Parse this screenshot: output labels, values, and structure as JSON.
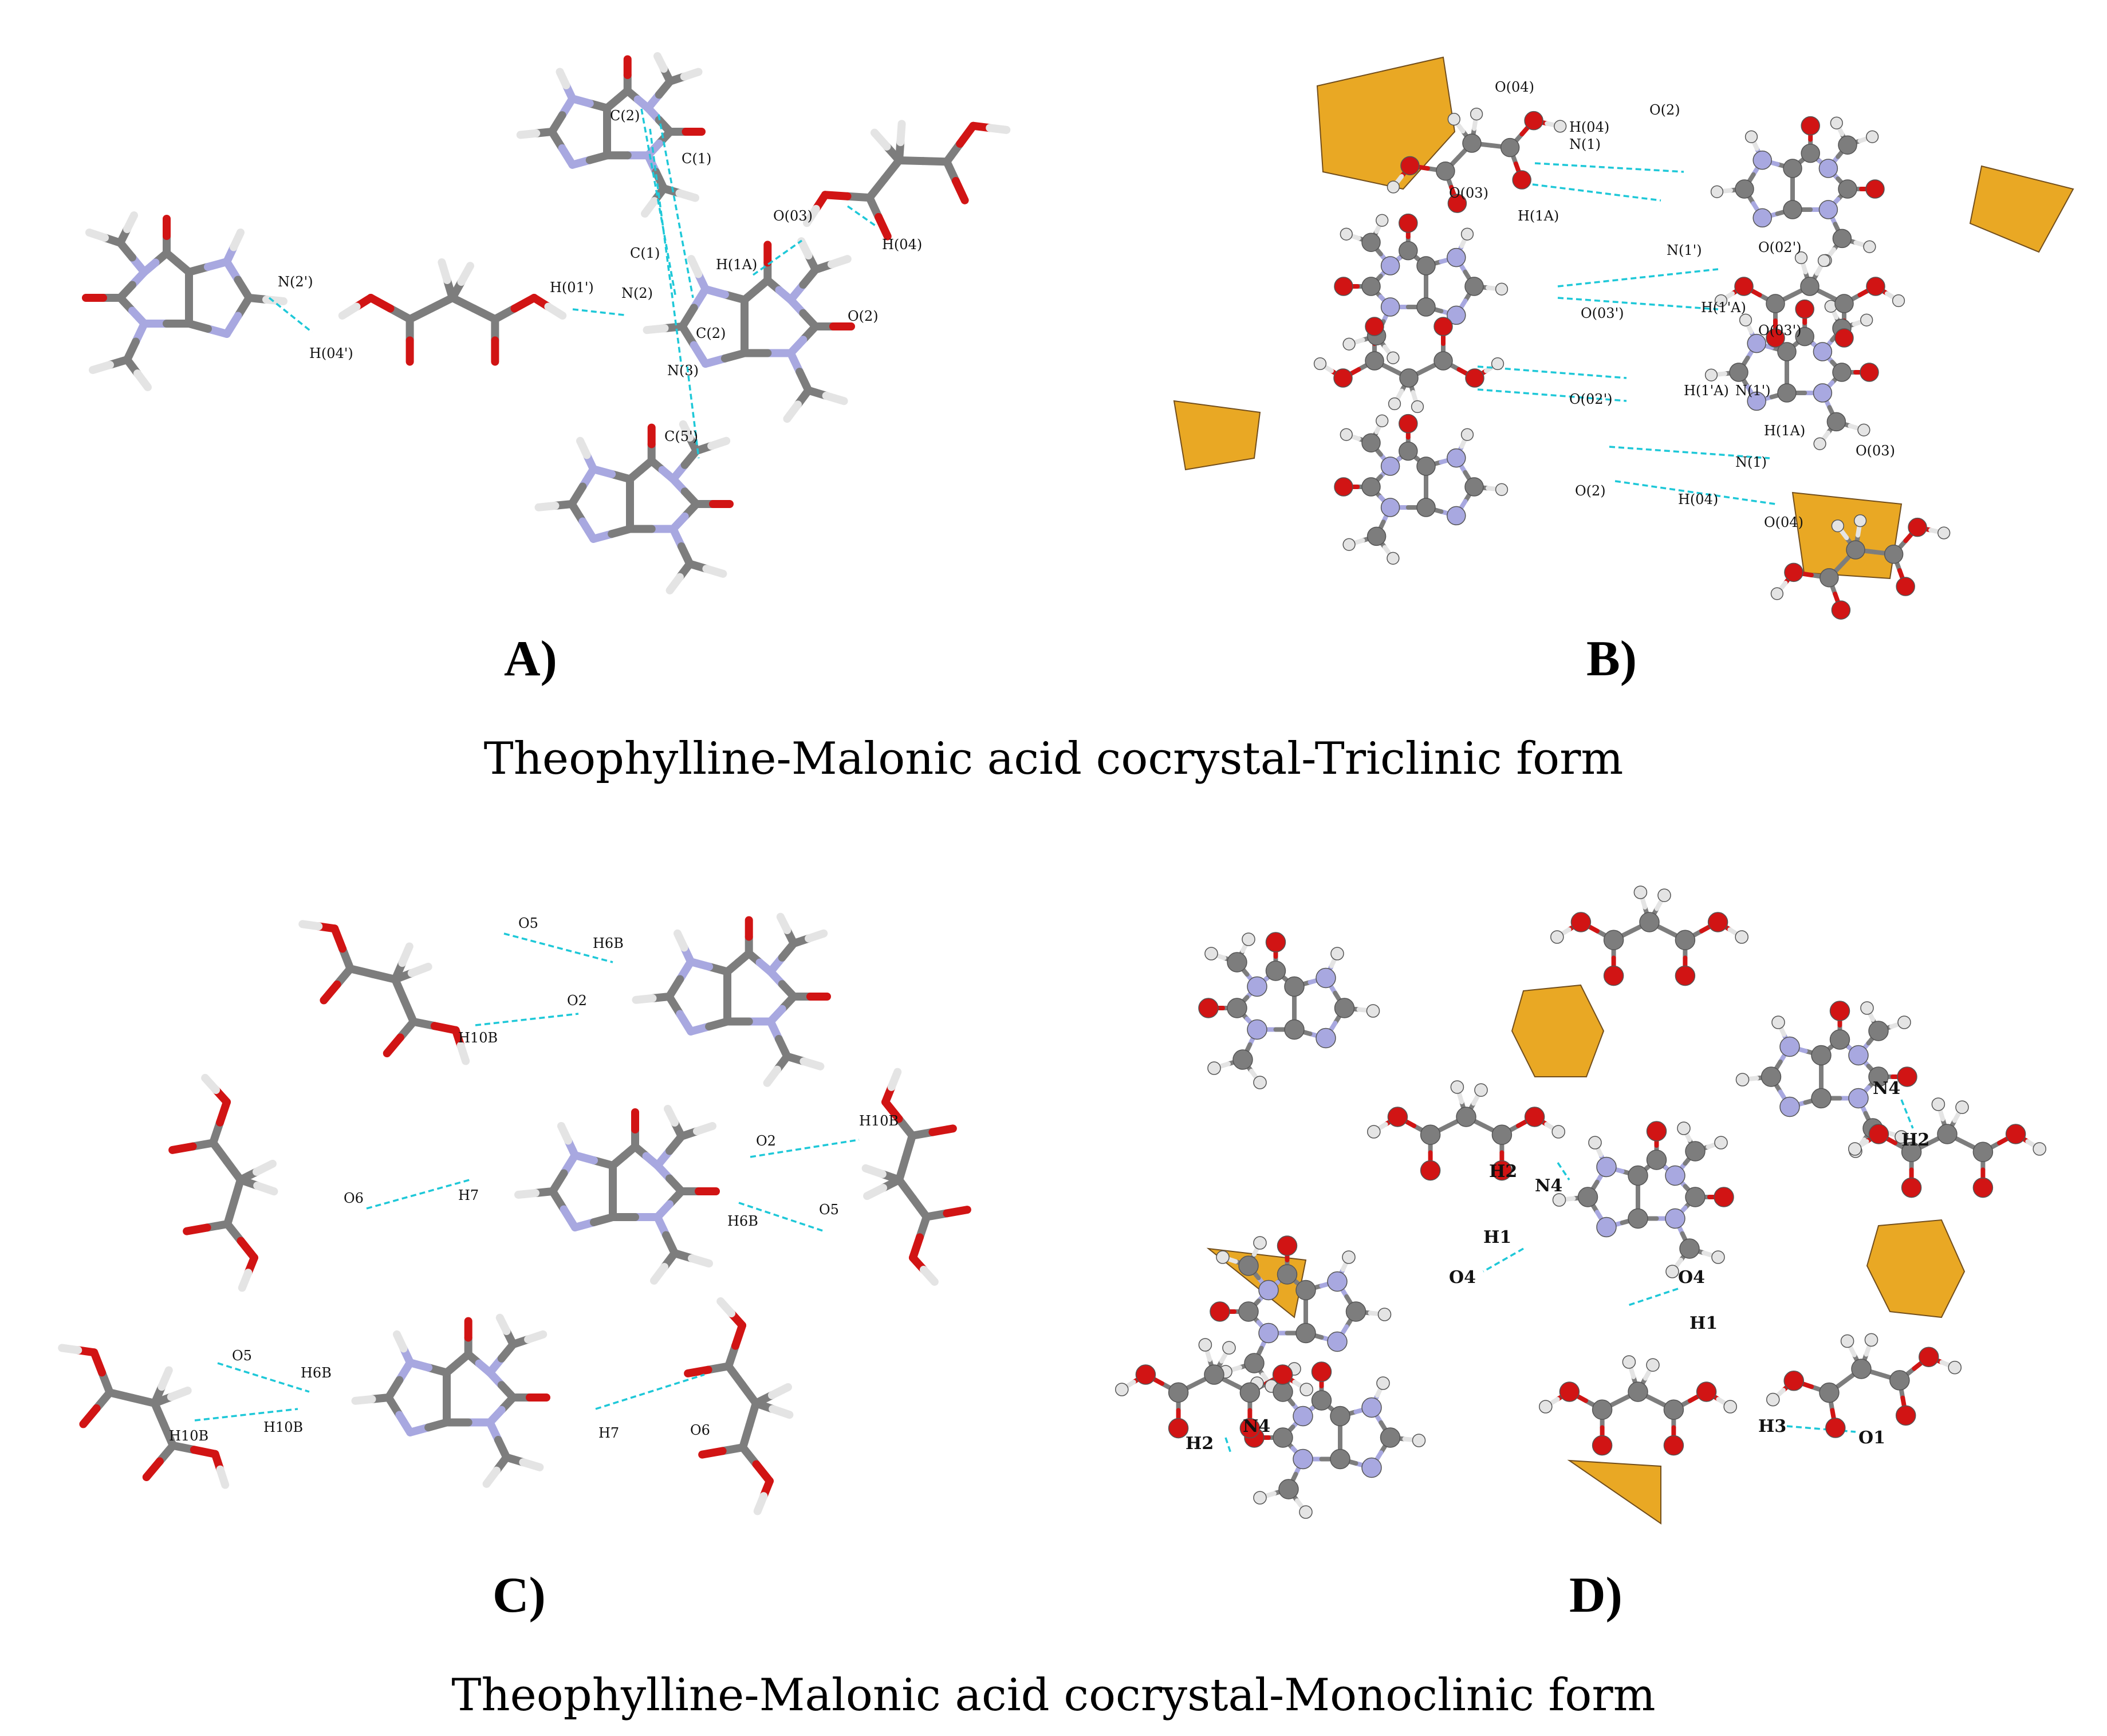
{
  "colors": {
    "carbon": "#7d7d7d",
    "nitrogen": "#a8a8e0",
    "oxygen": "#d11414",
    "hydrogen": "#e4e4e4",
    "hbond": "#1ec8d8",
    "void": "#e8a419",
    "void_dark": "#6b4510"
  },
  "captions": {
    "triclinic": "Theophylline-Malonic acid cocrystal-Triclinic form",
    "monoclinic": "Theophylline-Malonic acid cocrystal-Monoclinic form"
  },
  "panels": [
    {
      "id": "A",
      "label": "A)",
      "atom_labels": [
        "C(2)",
        "C(1)",
        "O(03)",
        "H(1A)",
        "H(04)",
        "O(2)",
        "H(01')",
        "N(2)",
        "C(1)",
        "C(2)",
        "N(3)",
        "C(5')",
        "N(2')",
        "H(04')"
      ]
    },
    {
      "id": "B",
      "label": "B)",
      "atom_labels": [
        "O(04)",
        "H(04)",
        "O(2)",
        "N(1)",
        "O(03)",
        "H(1A)",
        "N(1')",
        "O(02')",
        "H(1'A)",
        "O(03')",
        "O(03')",
        "H(1'A)",
        "N(1')",
        "O(02')",
        "H(1A)",
        "O(03)",
        "N(1)",
        "O(2)",
        "H(04)",
        "O(04)"
      ]
    },
    {
      "id": "C",
      "label": "C)",
      "atom_labels": [
        "O5",
        "H6B",
        "O2",
        "H10B",
        "O2",
        "H10B",
        "O6",
        "H7",
        "H6B",
        "O5",
        "O5",
        "H6B",
        "H10B",
        "H10B",
        "H7",
        "O6"
      ]
    },
    {
      "id": "D",
      "label": "D)",
      "atom_labels": [
        "N4",
        "H2",
        "H2",
        "N4",
        "H1",
        "O4",
        "O4",
        "H1",
        "H2",
        "N4",
        "H3",
        "O1"
      ]
    }
  ]
}
